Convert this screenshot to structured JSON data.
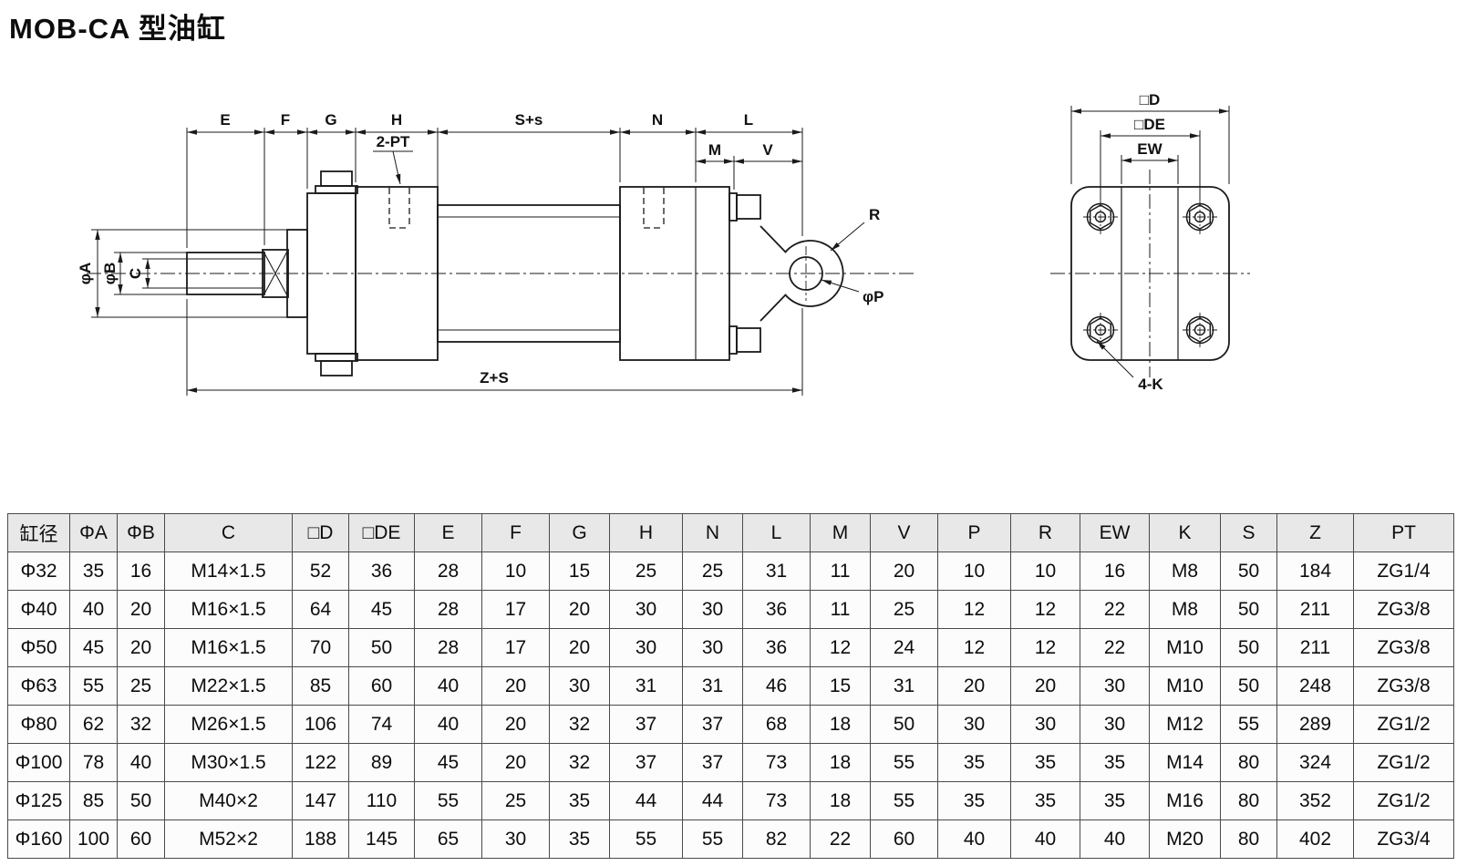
{
  "page": {
    "title": "MOB-CA 型油缸"
  },
  "drawing": {
    "labels": {
      "e": "E",
      "f": "F",
      "g": "G",
      "h": "H",
      "ss": "S+s",
      "n": "N",
      "l": "L",
      "m": "M",
      "v": "V",
      "port": "2-PT",
      "phi_a": "φA",
      "phi_b": "φB",
      "c": "C",
      "r": "R",
      "phi_p": "φP",
      "zs": "Z+S",
      "box_d": "□D",
      "box_de": "□DE",
      "ew": "EW",
      "k4": "4-K"
    },
    "colors": {
      "line": "#1a1a1a"
    }
  },
  "table": {
    "headers": [
      "缸径",
      "ΦA",
      "ΦB",
      "C",
      "□D",
      "□DE",
      "E",
      "F",
      "G",
      "H",
      "N",
      "L",
      "M",
      "V",
      "P",
      "R",
      "EW",
      "K",
      "S",
      "Z",
      "PT"
    ],
    "rows": [
      [
        "Φ32",
        "35",
        "16",
        "M14×1.5",
        "52",
        "36",
        "28",
        "10",
        "15",
        "25",
        "25",
        "31",
        "11",
        "20",
        "10",
        "10",
        "16",
        "M8",
        "50",
        "184",
        "ZG1/4"
      ],
      [
        "Φ40",
        "40",
        "20",
        "M16×1.5",
        "64",
        "45",
        "28",
        "17",
        "20",
        "30",
        "30",
        "36",
        "11",
        "25",
        "12",
        "12",
        "22",
        "M8",
        "50",
        "211",
        "ZG3/8"
      ],
      [
        "Φ50",
        "45",
        "20",
        "M16×1.5",
        "70",
        "50",
        "28",
        "17",
        "20",
        "30",
        "30",
        "36",
        "12",
        "24",
        "12",
        "12",
        "22",
        "M10",
        "50",
        "211",
        "ZG3/8"
      ],
      [
        "Φ63",
        "55",
        "25",
        "M22×1.5",
        "85",
        "60",
        "40",
        "20",
        "30",
        "31",
        "31",
        "46",
        "15",
        "31",
        "20",
        "20",
        "30",
        "M10",
        "50",
        "248",
        "ZG3/8"
      ],
      [
        "Φ80",
        "62",
        "32",
        "M26×1.5",
        "106",
        "74",
        "40",
        "20",
        "32",
        "37",
        "37",
        "68",
        "18",
        "50",
        "30",
        "30",
        "30",
        "M12",
        "55",
        "289",
        "ZG1/2"
      ],
      [
        "Φ100",
        "78",
        "40",
        "M30×1.5",
        "122",
        "89",
        "45",
        "20",
        "32",
        "37",
        "37",
        "73",
        "18",
        "55",
        "35",
        "35",
        "35",
        "M14",
        "80",
        "324",
        "ZG1/2"
      ],
      [
        "Φ125",
        "85",
        "50",
        "M40×2",
        "147",
        "110",
        "55",
        "25",
        "35",
        "44",
        "44",
        "73",
        "18",
        "55",
        "35",
        "35",
        "35",
        "M16",
        "80",
        "352",
        "ZG1/2"
      ],
      [
        "Φ160",
        "100",
        "60",
        "M52×2",
        "188",
        "145",
        "65",
        "30",
        "35",
        "55",
        "55",
        "82",
        "22",
        "60",
        "40",
        "40",
        "40",
        "M20",
        "80",
        "402",
        "ZG3/4"
      ]
    ]
  }
}
